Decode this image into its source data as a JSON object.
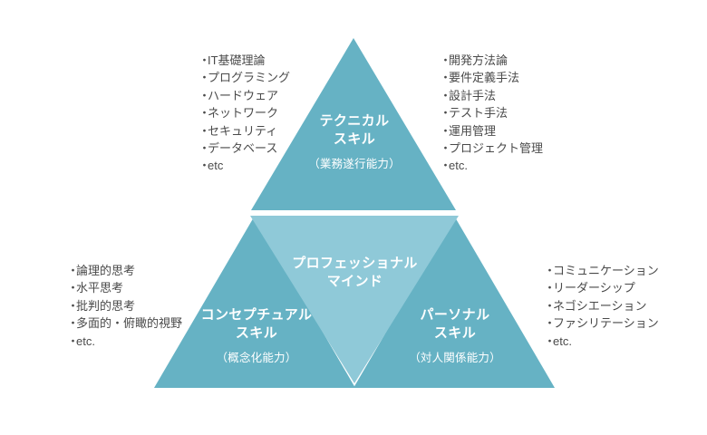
{
  "diagram": {
    "title": "Professional skills pyramid",
    "colors": {
      "outer_triangle": "#66B2C4",
      "inner_triangle": "#8FC9D8",
      "gap": "#FFFFFF",
      "label_text": "#FFFFFF",
      "bullet_text": "#4A4A4A",
      "background": "#FFFFFF"
    },
    "blocks": [
      {
        "id": "technical",
        "main_label": "テクニカル\nスキル",
        "main_label_line1": "テクニカル",
        "main_label_line2": "スキル",
        "sub_label": "（業務遂行能力）"
      },
      {
        "id": "conceptual",
        "main_label_line1": "コンセプチュアル",
        "main_label_line2": "スキル",
        "sub_label": "（概念化能力）"
      },
      {
        "id": "personal",
        "main_label_line1": "パーソナル",
        "main_label_line2": "スキル",
        "sub_label": "（対人関係能力）"
      },
      {
        "id": "professional_mind",
        "main_label_line1": "プロフェッショナル",
        "main_label_line2": "マインド",
        "sub_label": ""
      }
    ],
    "lists": {
      "technical_left": {
        "bullet": "・",
        "items": [
          "IT基礎理論",
          "プログラミング",
          "ハードウェア",
          "ネットワーク",
          "セキュリティ",
          "データベース",
          "etc"
        ]
      },
      "technical_right": {
        "bullet": "・",
        "items": [
          "開発方法論",
          "要件定義手法",
          "設計手法",
          "テスト手法",
          "運用管理",
          "プロジェクト管理",
          "etc."
        ]
      },
      "conceptual": {
        "bullet": "・",
        "items": [
          "論理的思考",
          "水平思考",
          "批判的思考",
          "多面的・俯瞰的視野",
          "etc."
        ]
      },
      "personal": {
        "bullet": "・",
        "items": [
          "コミュニケーション",
          "リーダーシップ",
          "ネゴシエーション",
          "ファシリテーション",
          "etc."
        ]
      }
    }
  }
}
